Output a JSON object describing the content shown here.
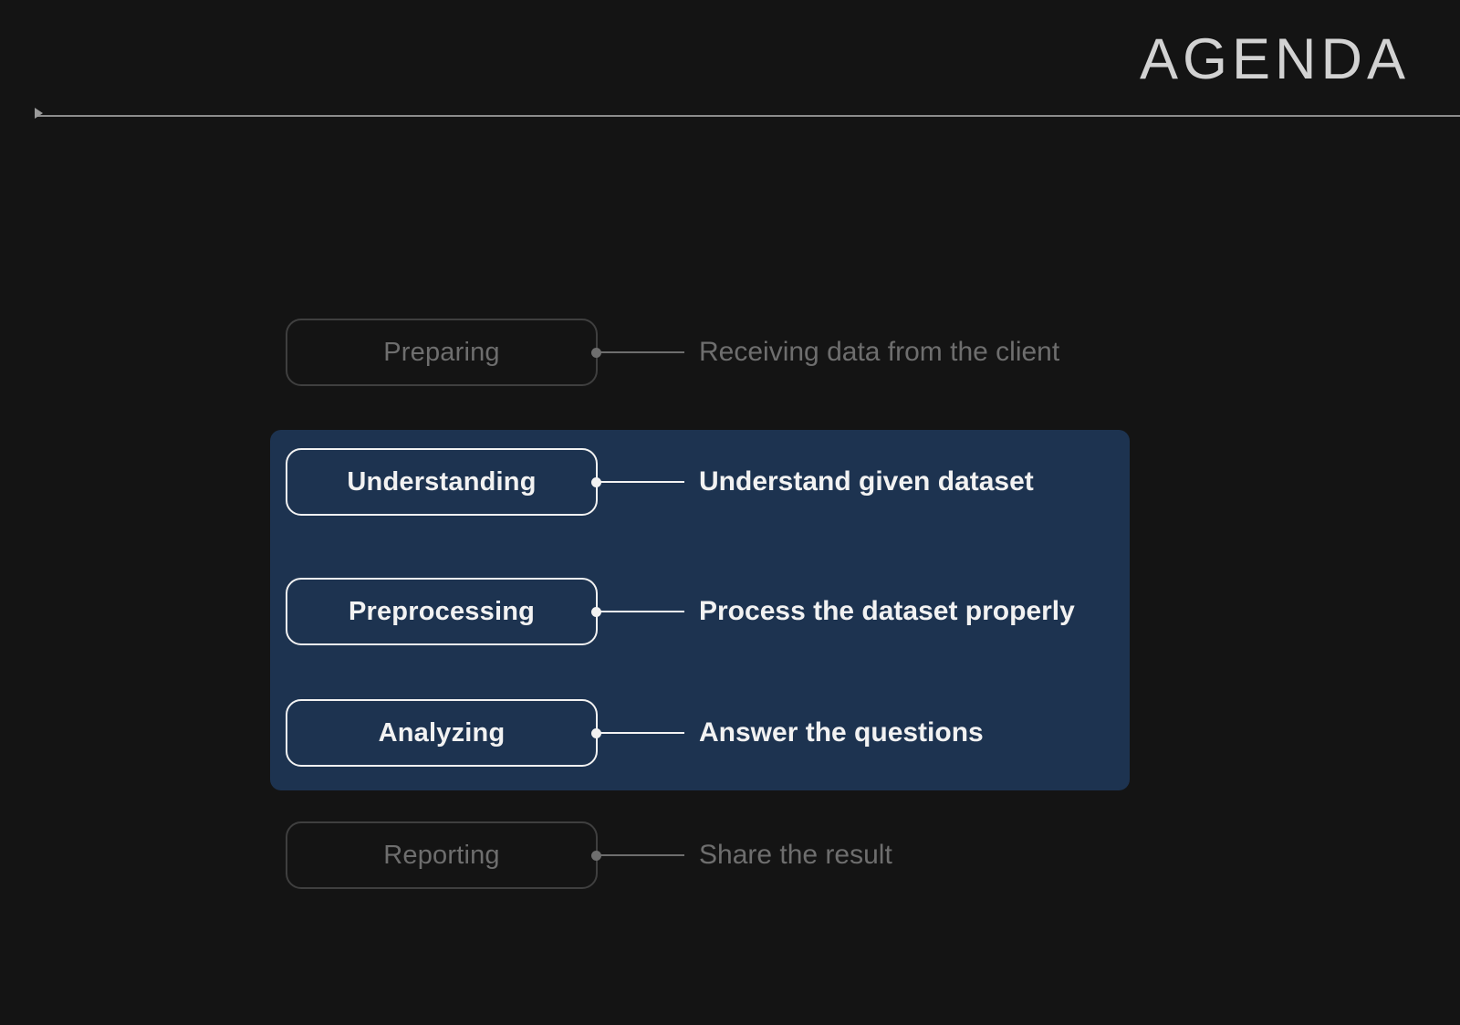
{
  "header": {
    "title": "AGENDA",
    "rule_cap_icon": "triangle-right-icon"
  },
  "colors": {
    "background": "#141414",
    "highlight_panel": "#1d3350",
    "active_text": "#f2f2f2",
    "dim_text": "#6e6e6e",
    "title_text": "#d2d2d2",
    "rule": "#8d8d8d"
  },
  "diagram": {
    "rows": [
      {
        "stage": "Preparing",
        "description": "Receiving data from the client",
        "state": "dim"
      },
      {
        "stage": "Understanding",
        "description": "Understand given dataset",
        "state": "active"
      },
      {
        "stage": "Preprocessing",
        "description": "Process the dataset properly",
        "state": "active"
      },
      {
        "stage": "Analyzing",
        "description": "Answer the questions",
        "state": "active"
      },
      {
        "stage": "Reporting",
        "description": "Share the result",
        "state": "dim"
      }
    ]
  }
}
